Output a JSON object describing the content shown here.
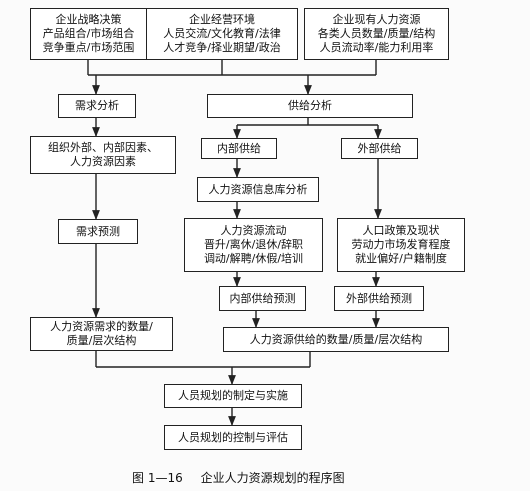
{
  "boxes": {
    "strategy": [
      "企业战略决策",
      "产品组合/市场组合",
      "竞争重点/市场范围"
    ],
    "environment": [
      "企业经营环境",
      "人员交流/文化教育/法律",
      "人才竞争/择业期望/政治"
    ],
    "current_hr": [
      "企业现有人力资源",
      "各类人员数量/质量/结构",
      "人员流动率/能力利用率"
    ],
    "demand_analysis": [
      "需求分析"
    ],
    "supply_analysis": [
      "供给分析"
    ],
    "factors": [
      "组织外部、内部因素、",
      "人力资源因素"
    ],
    "internal_supply": [
      "内部供给"
    ],
    "external_supply": [
      "外部供给"
    ],
    "hr_info_db": [
      "人力资源信息库分析"
    ],
    "demand_forecast": [
      "需求预测"
    ],
    "hr_flow": [
      "人力资源流动",
      "晋升/离休/退休/辞职",
      "调动/解聘/休假/培训"
    ],
    "population_policy": [
      "人口政策及现状",
      "劳动力市场发育程度",
      "就业偏好/户籍制度"
    ],
    "internal_forecast": [
      "内部供给预测"
    ],
    "external_forecast": [
      "外部供给预测"
    ],
    "demand_result": [
      "人力资源需求的数量/",
      "质量/层次结构"
    ],
    "supply_result": [
      "人力资源供给的数量/质量/层次结构"
    ],
    "plan_make": [
      "人员规划的制定与实施"
    ],
    "plan_control": [
      "人员规划的控制与评估"
    ]
  },
  "caption": {
    "number": "图 1—16",
    "title": "企业人力资源规划的程序图"
  }
}
